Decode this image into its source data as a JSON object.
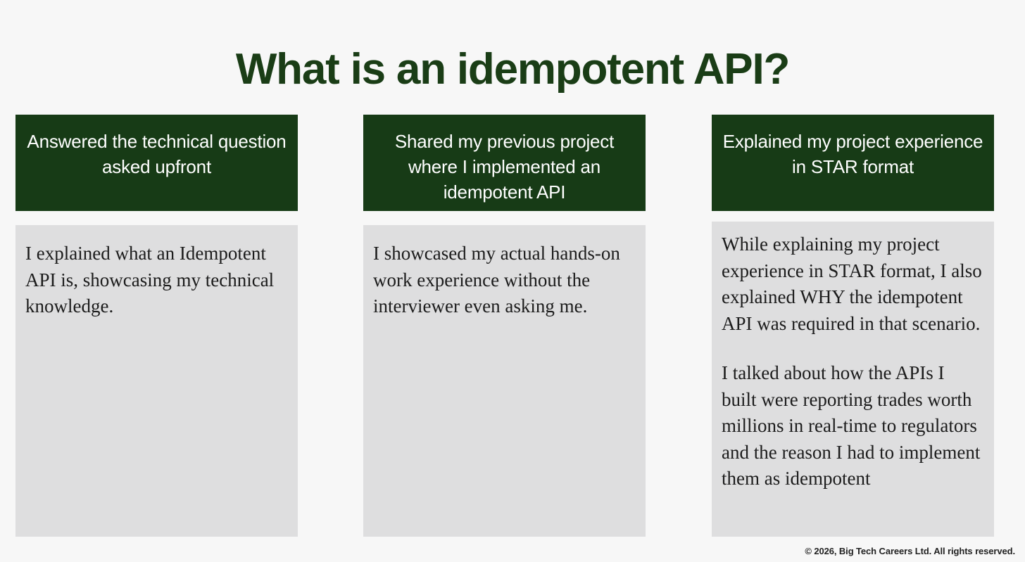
{
  "slide": {
    "title": "What is an idempotent API?",
    "background_color": "#f7f7f7",
    "accent_color": "#173b16",
    "panel_color": "#dededf",
    "title_color": "#1a3d16",
    "header_text_color": "#ffffff",
    "body_text_color": "#1c1c1c"
  },
  "columns": [
    {
      "header": "Answered the technical question asked upfront",
      "paragraphs": [
        "I explained what an Idempotent API is, showcasing my technical knowledge."
      ]
    },
    {
      "header": "Shared my previous project where I implemented an idempotent API",
      "paragraphs": [
        "I showcased my actual hands-on work experience without the interviewer even asking me."
      ]
    },
    {
      "header": "Explained my project experience in STAR format",
      "paragraphs": [
        "While explaining my project experience in STAR format, I also explained WHY the idempotent API was required in that scenario.",
        "I talked about how the APIs I built were reporting trades worth millions in real-time to regulators and the reason I had to implement them as idempotent"
      ]
    }
  ],
  "footer": {
    "copyright": "© 2026, Big Tech Careers Ltd. All rights reserved."
  }
}
